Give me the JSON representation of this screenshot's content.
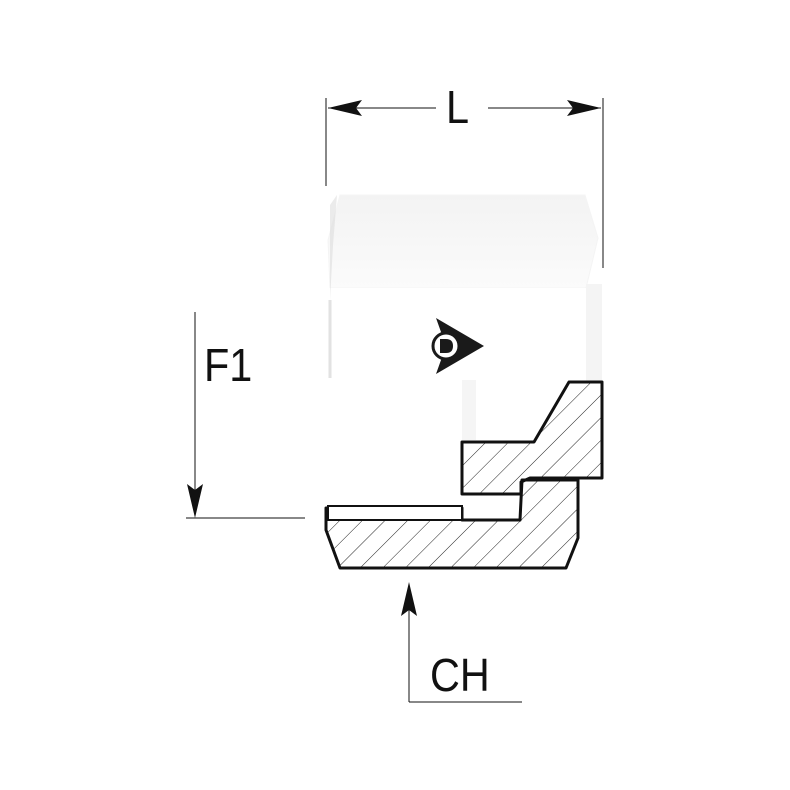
{
  "dimensions": {
    "length_label": "L",
    "thread_label": "F1",
    "hex_label": "CH"
  },
  "logo": {
    "icon": "dunlop-d-arrow-logo",
    "lettering": "D"
  },
  "colors": {
    "line": "#111111",
    "body": "#ffffff",
    "shade": "#f1f1f1",
    "hatch": "#222222"
  }
}
